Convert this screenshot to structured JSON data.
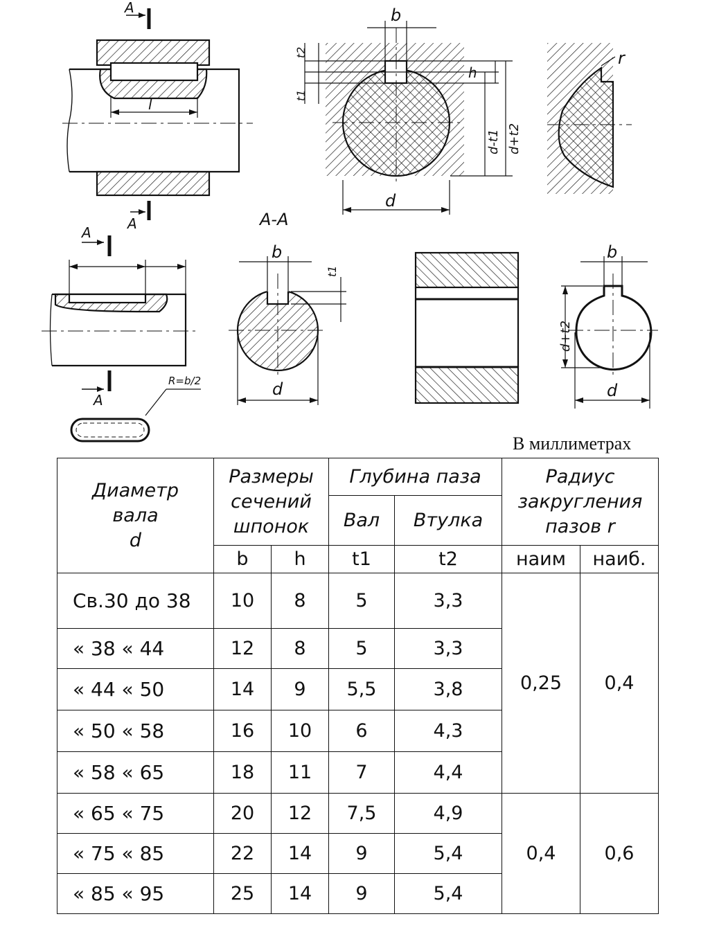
{
  "drawing_labels": {
    "section_mark": "A",
    "section_title": "A-A",
    "length": "l",
    "width": "b",
    "height": "h",
    "shaft_depth": "t1",
    "hub_depth": "t2",
    "diameter": "d",
    "d_minus_t1": "d-t1",
    "d_plus_t2": "d+t2",
    "radius": "r",
    "end_radius": "R=b/2"
  },
  "units_note": "В миллиметрах",
  "table": {
    "headers": {
      "diameter": [
        "Диаметр",
        "вала",
        "d"
      ],
      "key_sizes": [
        "Размеры",
        "сечений",
        "шпонок"
      ],
      "slot_depth": "Глубина паза",
      "shaft": "Вал",
      "hub": "Втулка",
      "radius": [
        "Радиус",
        "закругления",
        "пазов r"
      ],
      "b": "b",
      "h": "h",
      "t1": "t1",
      "t2": "t2",
      "r_min": "наим",
      "r_max": "наиб."
    },
    "rows": [
      {
        "d": "Св.30 до 38",
        "b": "10",
        "h": "8",
        "t1": "5",
        "t2": "3,3"
      },
      {
        "d": "« 38 « 44",
        "b": "12",
        "h": "8",
        "t1": "5",
        "t2": "3,3"
      },
      {
        "d": "« 44 « 50",
        "b": "14",
        "h": "9",
        "t1": "5,5",
        "t2": "3,8"
      },
      {
        "d": "« 50 « 58",
        "b": "16",
        "h": "10",
        "t1": "6",
        "t2": "4,3"
      },
      {
        "d": "« 58 « 65",
        "b": "18",
        "h": "11",
        "t1": "7",
        "t2": "4,4"
      },
      {
        "d": "« 65 « 75",
        "b": "20",
        "h": "12",
        "t1": "7,5",
        "t2": "4,9"
      },
      {
        "d": "« 75 « 85",
        "b": "22",
        "h": "14",
        "t1": "9",
        "t2": "5,4"
      },
      {
        "d": "« 85 « 95",
        "b": "25",
        "h": "14",
        "t1": "9",
        "t2": "5,4"
      }
    ],
    "radius_groups": [
      {
        "min": "0,25",
        "max": "0,4"
      },
      {
        "min": "0,4",
        "max": "0,6"
      }
    ]
  }
}
